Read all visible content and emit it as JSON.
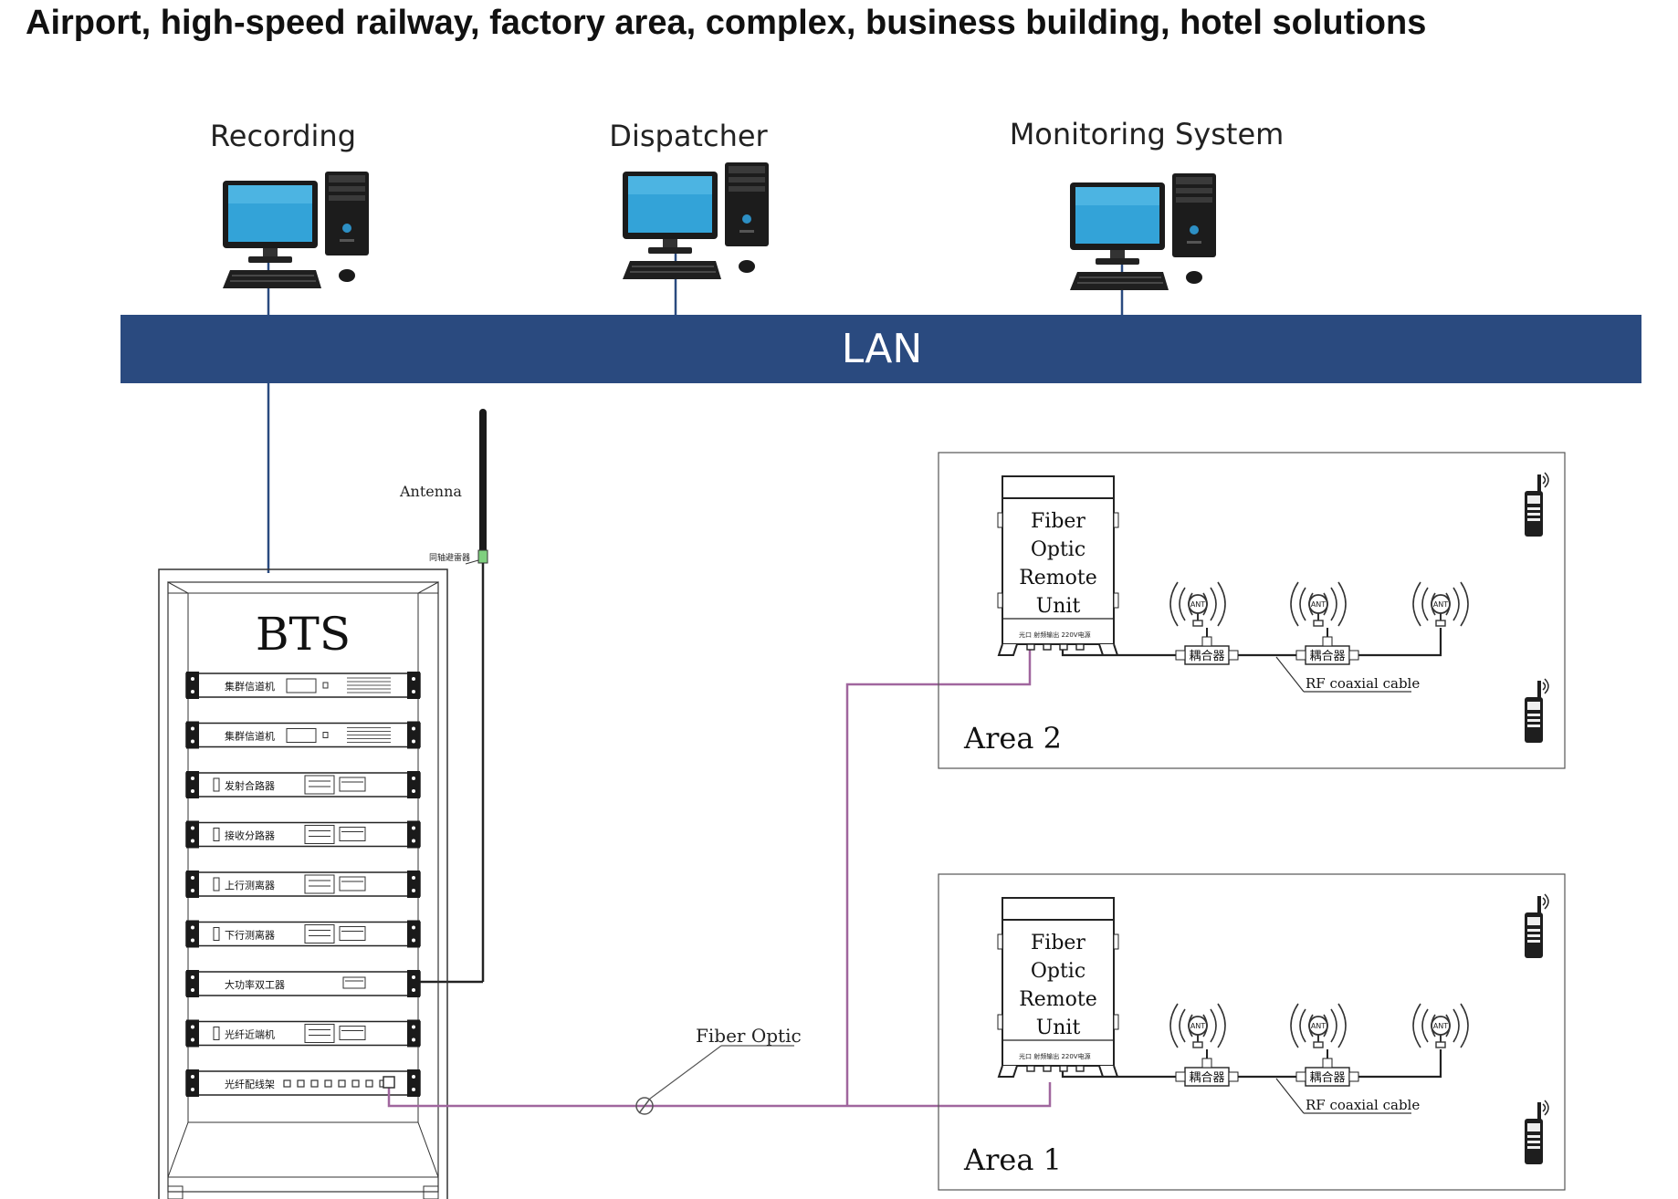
{
  "title": "Airport, high-speed railway, factory area, complex, business building, hotel solutions",
  "workstations": [
    {
      "label": "Recording"
    },
    {
      "label": "Dispatcher"
    },
    {
      "label": "Monitoring System"
    }
  ],
  "lan": {
    "label": "LAN",
    "color": "#2a4a7f"
  },
  "antenna": {
    "label": "Antenna",
    "arrester_label": "同轴避雷器"
  },
  "bts": {
    "label": "BTS",
    "units": [
      {
        "label": "集群信道机"
      },
      {
        "label": "集群信道机"
      },
      {
        "label": "发射合路器"
      },
      {
        "label": "接收分路器"
      },
      {
        "label": "上行测离器"
      },
      {
        "label": "下行测离器"
      },
      {
        "label": "大功率双工器"
      },
      {
        "label": "光纤近端机"
      },
      {
        "label": "光纤配线架"
      }
    ]
  },
  "fiber": {
    "label": "Fiber Optic",
    "color": "#a0669e"
  },
  "areas": [
    {
      "label": "Area 2",
      "remote_unit": {
        "lines": [
          "Fiber",
          "Optic",
          "Remote",
          "Unit"
        ],
        "port_labels": "光口  射频输出  220V电源"
      },
      "coupler_label": "耦合器",
      "ant_label": "ANT",
      "cable_label": "RF coaxial cable"
    },
    {
      "label": "Area 1",
      "remote_unit": {
        "lines": [
          "Fiber",
          "Optic",
          "Remote",
          "Unit"
        ],
        "port_labels": "光口  射频输出  220V电源"
      },
      "coupler_label": "耦合器",
      "ant_label": "ANT",
      "cable_label": "RF coaxial cable"
    }
  ]
}
